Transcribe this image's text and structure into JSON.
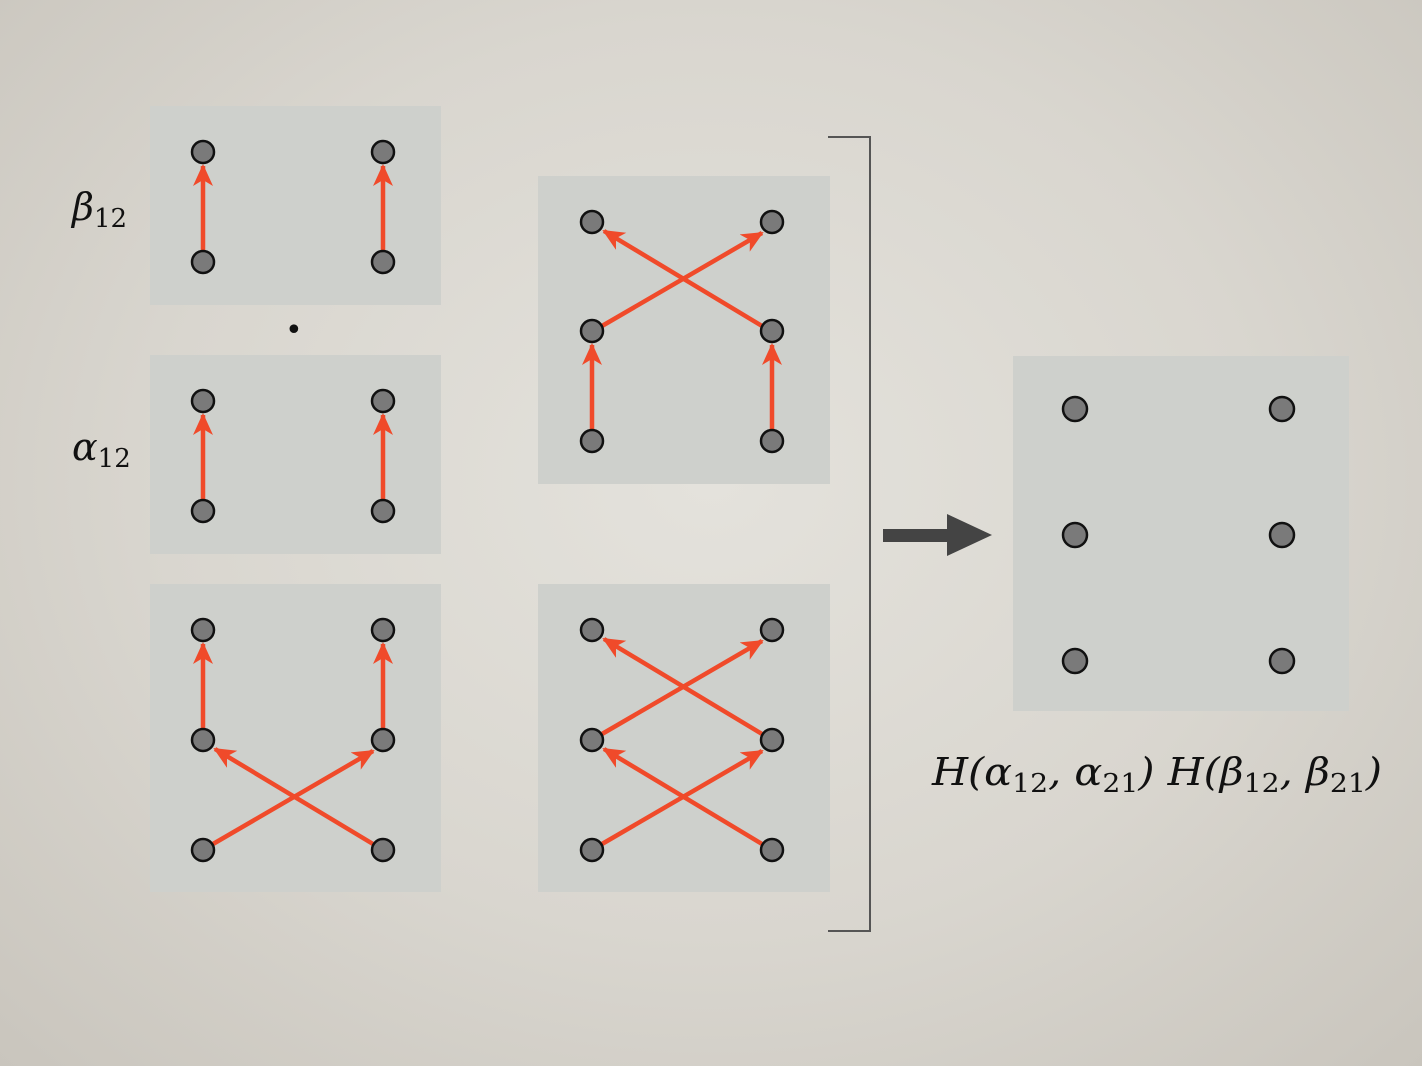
{
  "labels": {
    "beta": "β",
    "beta_sub": "12",
    "alpha": "α",
    "alpha_sub": "12",
    "product_dot": "•"
  },
  "result_formula": {
    "h1": "H(",
    "a1": "α",
    "a1_sub": "12",
    "comma1": ", ",
    "a2": "α",
    "a2_sub": "21",
    "close1": ")",
    "h2": " H(",
    "b1": "β",
    "b1_sub": "12",
    "comma2": ", ",
    "b2": "β",
    "b2_sub": "21",
    "close2": ")"
  },
  "colors": {
    "edge": "#f04a2a",
    "node_fill": "#7a7a7a",
    "panel": "#ced0cc",
    "arrow": "#444444"
  },
  "icons": [
    "right-arrow-icon",
    "closing-bracket-icon"
  ]
}
